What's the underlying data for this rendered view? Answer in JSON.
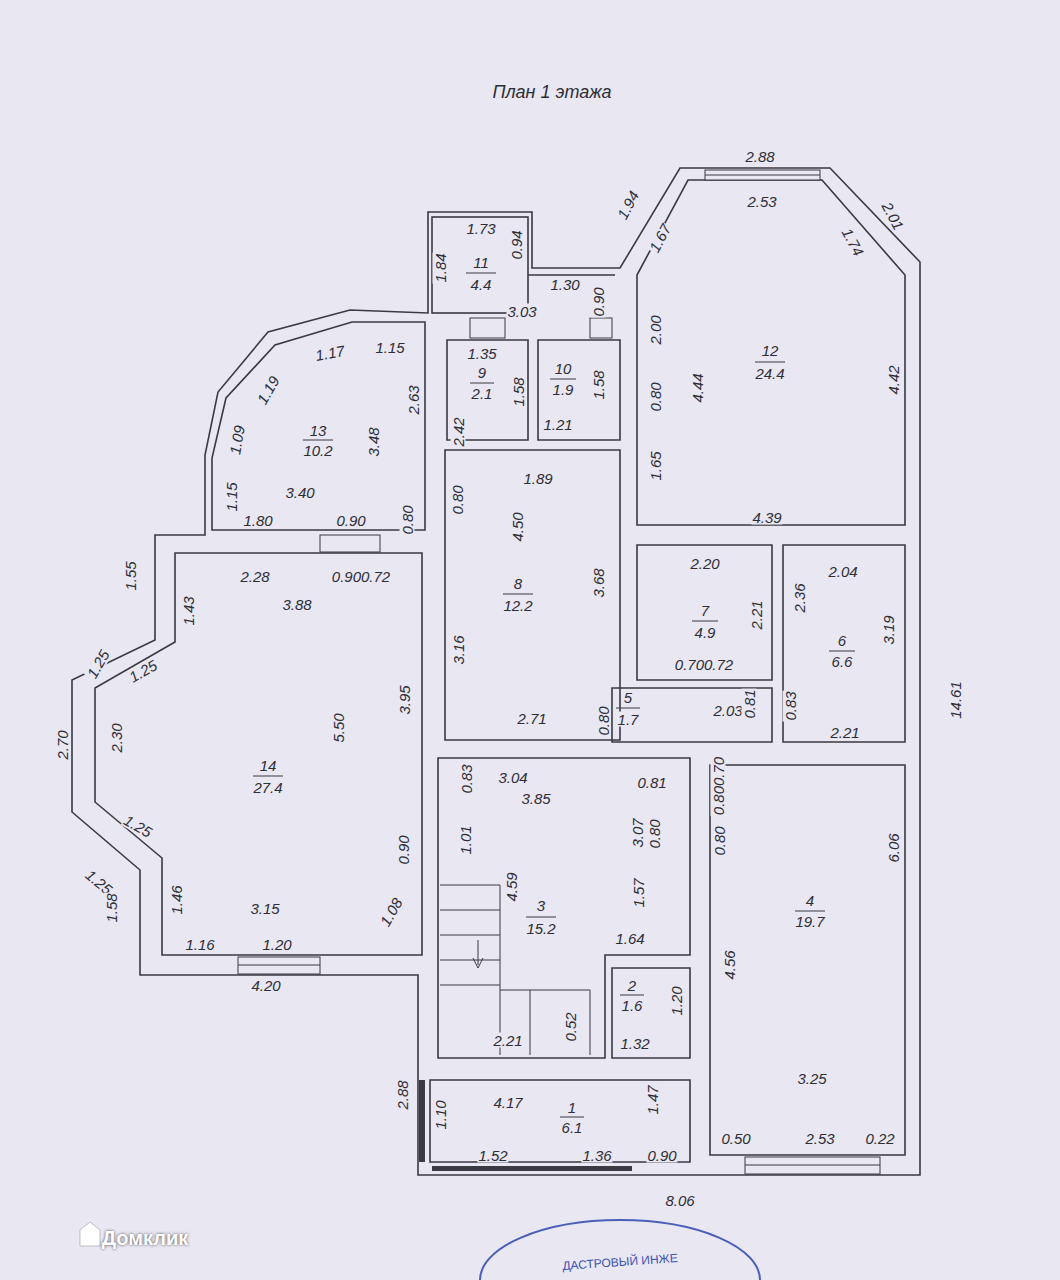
{
  "diagram": {
    "title": "План 1 этажа",
    "labels": [
      "1.73",
      "0.94",
      "1.84",
      "11",
      "4.4",
      "1.30",
      "0.90",
      "3.03",
      "2.88",
      "2.53",
      "1.94",
      "1.67",
      "2.01",
      "1.74",
      "12",
      "24.4",
      "2.00",
      "4.44",
      "4.42",
      "0.80",
      "1.65",
      "4.39",
      "1.35",
      "9",
      "2.1",
      "1.58",
      "2.42",
      "10",
      "1.9",
      "1.58",
      "1.21",
      "1.17",
      "1.15",
      "1.19",
      "1.09",
      "1.15",
      "13",
      "10.2",
      "3.48",
      "2.63",
      "3.40",
      "1.80",
      "0.90",
      "0.80",
      "1.89",
      "0.80",
      "4.50",
      "8",
      "12.2",
      "3.68",
      "3.16",
      "2.71",
      "0.80",
      "1.55",
      "2.28",
      "0.900.72",
      "3.88",
      "1.43",
      "1.25",
      "1.25",
      "2.70",
      "2.30",
      "14",
      "27.4",
      "5.50",
      "3.95",
      "1.25",
      "1.25",
      "0.90",
      "1.58",
      "1.46",
      "3.15",
      "1.08",
      "1.16",
      "1.20",
      "4.20",
      "2.20",
      "7",
      "4.9",
      "2.21",
      "0.700.72",
      "2.04",
      "2.36",
      "6",
      "6.6",
      "3.19",
      "2.21",
      "14.61",
      "5",
      "1.7",
      "2.03",
      "0.81",
      "0.83",
      "0.83",
      "3.04",
      "3.85",
      "0.81",
      "1.01",
      "3.07",
      "0.80",
      "4.59",
      "3",
      "15.2",
      "1.57",
      "1.64",
      "2.21",
      "0.52",
      "2",
      "1.6",
      "1.20",
      "1.32",
      "1.47",
      "0.800.70",
      "0.80",
      "4",
      "19.7",
      "6.06",
      "4.56",
      "3.25",
      "0.50",
      "2.53",
      "0.22",
      "2.88",
      "4.17",
      "1",
      "6.1",
      "1.10",
      "1.52",
      "1.36",
      "0.90",
      "8.06",
      "Домклик",
      "ДАСТРОВЫЙ ИНЖЕ"
    ]
  }
}
